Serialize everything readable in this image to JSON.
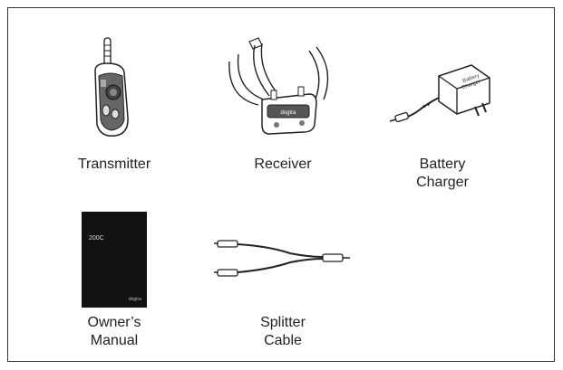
{
  "items": {
    "transmitter": {
      "label": "Transmitter"
    },
    "receiver": {
      "label": "Receiver"
    },
    "battery_charger": {
      "line1": "Battery",
      "line2": "Charger"
    },
    "owners_manual": {
      "line1": "Owner’s",
      "line2": "Manual"
    },
    "splitter_cable": {
      "line1": "Splitter",
      "line2": "Cable"
    }
  },
  "manual_cover": {
    "model": "200C",
    "brand": "dogtra"
  },
  "receiver_brand": "dogtra"
}
